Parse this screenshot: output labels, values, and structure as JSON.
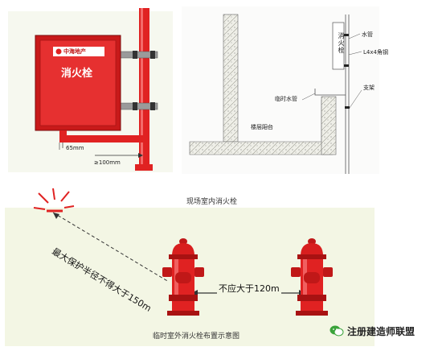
{
  "cabinet": {
    "brand": "中海地产",
    "title": "消火栓",
    "dim_small": "65mm",
    "dim_large": "≥100mm"
  },
  "section": {
    "cabinet_vertical": "消火栓",
    "water_pipe": "水管",
    "angle_steel": "L4x4角钢",
    "support": "支架",
    "temp_pipe": "临时水管",
    "balcony": "楼层阳台"
  },
  "captions": {
    "indoor": "现场室内消火栓",
    "outdoor": "临时室外消火栓布置示意图"
  },
  "outdoor": {
    "radius_note": "最大保护半径不得大于150m",
    "spacing_note": "不应大于120m"
  },
  "watermark": {
    "text": "注册建造师联盟"
  },
  "colors": {
    "red": "#e02222",
    "dark_red": "#b01414",
    "hatch_bg": "#f2f2ee",
    "panel_bg": "#f4f7e8",
    "green_wechat": "#3aa33a"
  }
}
